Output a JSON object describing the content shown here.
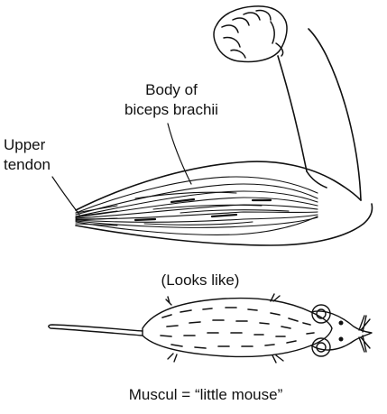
{
  "labels": {
    "body_line1": "Body of",
    "body_line2": "biceps brachii",
    "upper_line1": "Upper",
    "upper_line2": "tendon",
    "looks_like": "(Looks like)",
    "caption": "Muscul = “little mouse”"
  },
  "colors": {
    "ink": "#111111",
    "background": "#ffffff"
  }
}
